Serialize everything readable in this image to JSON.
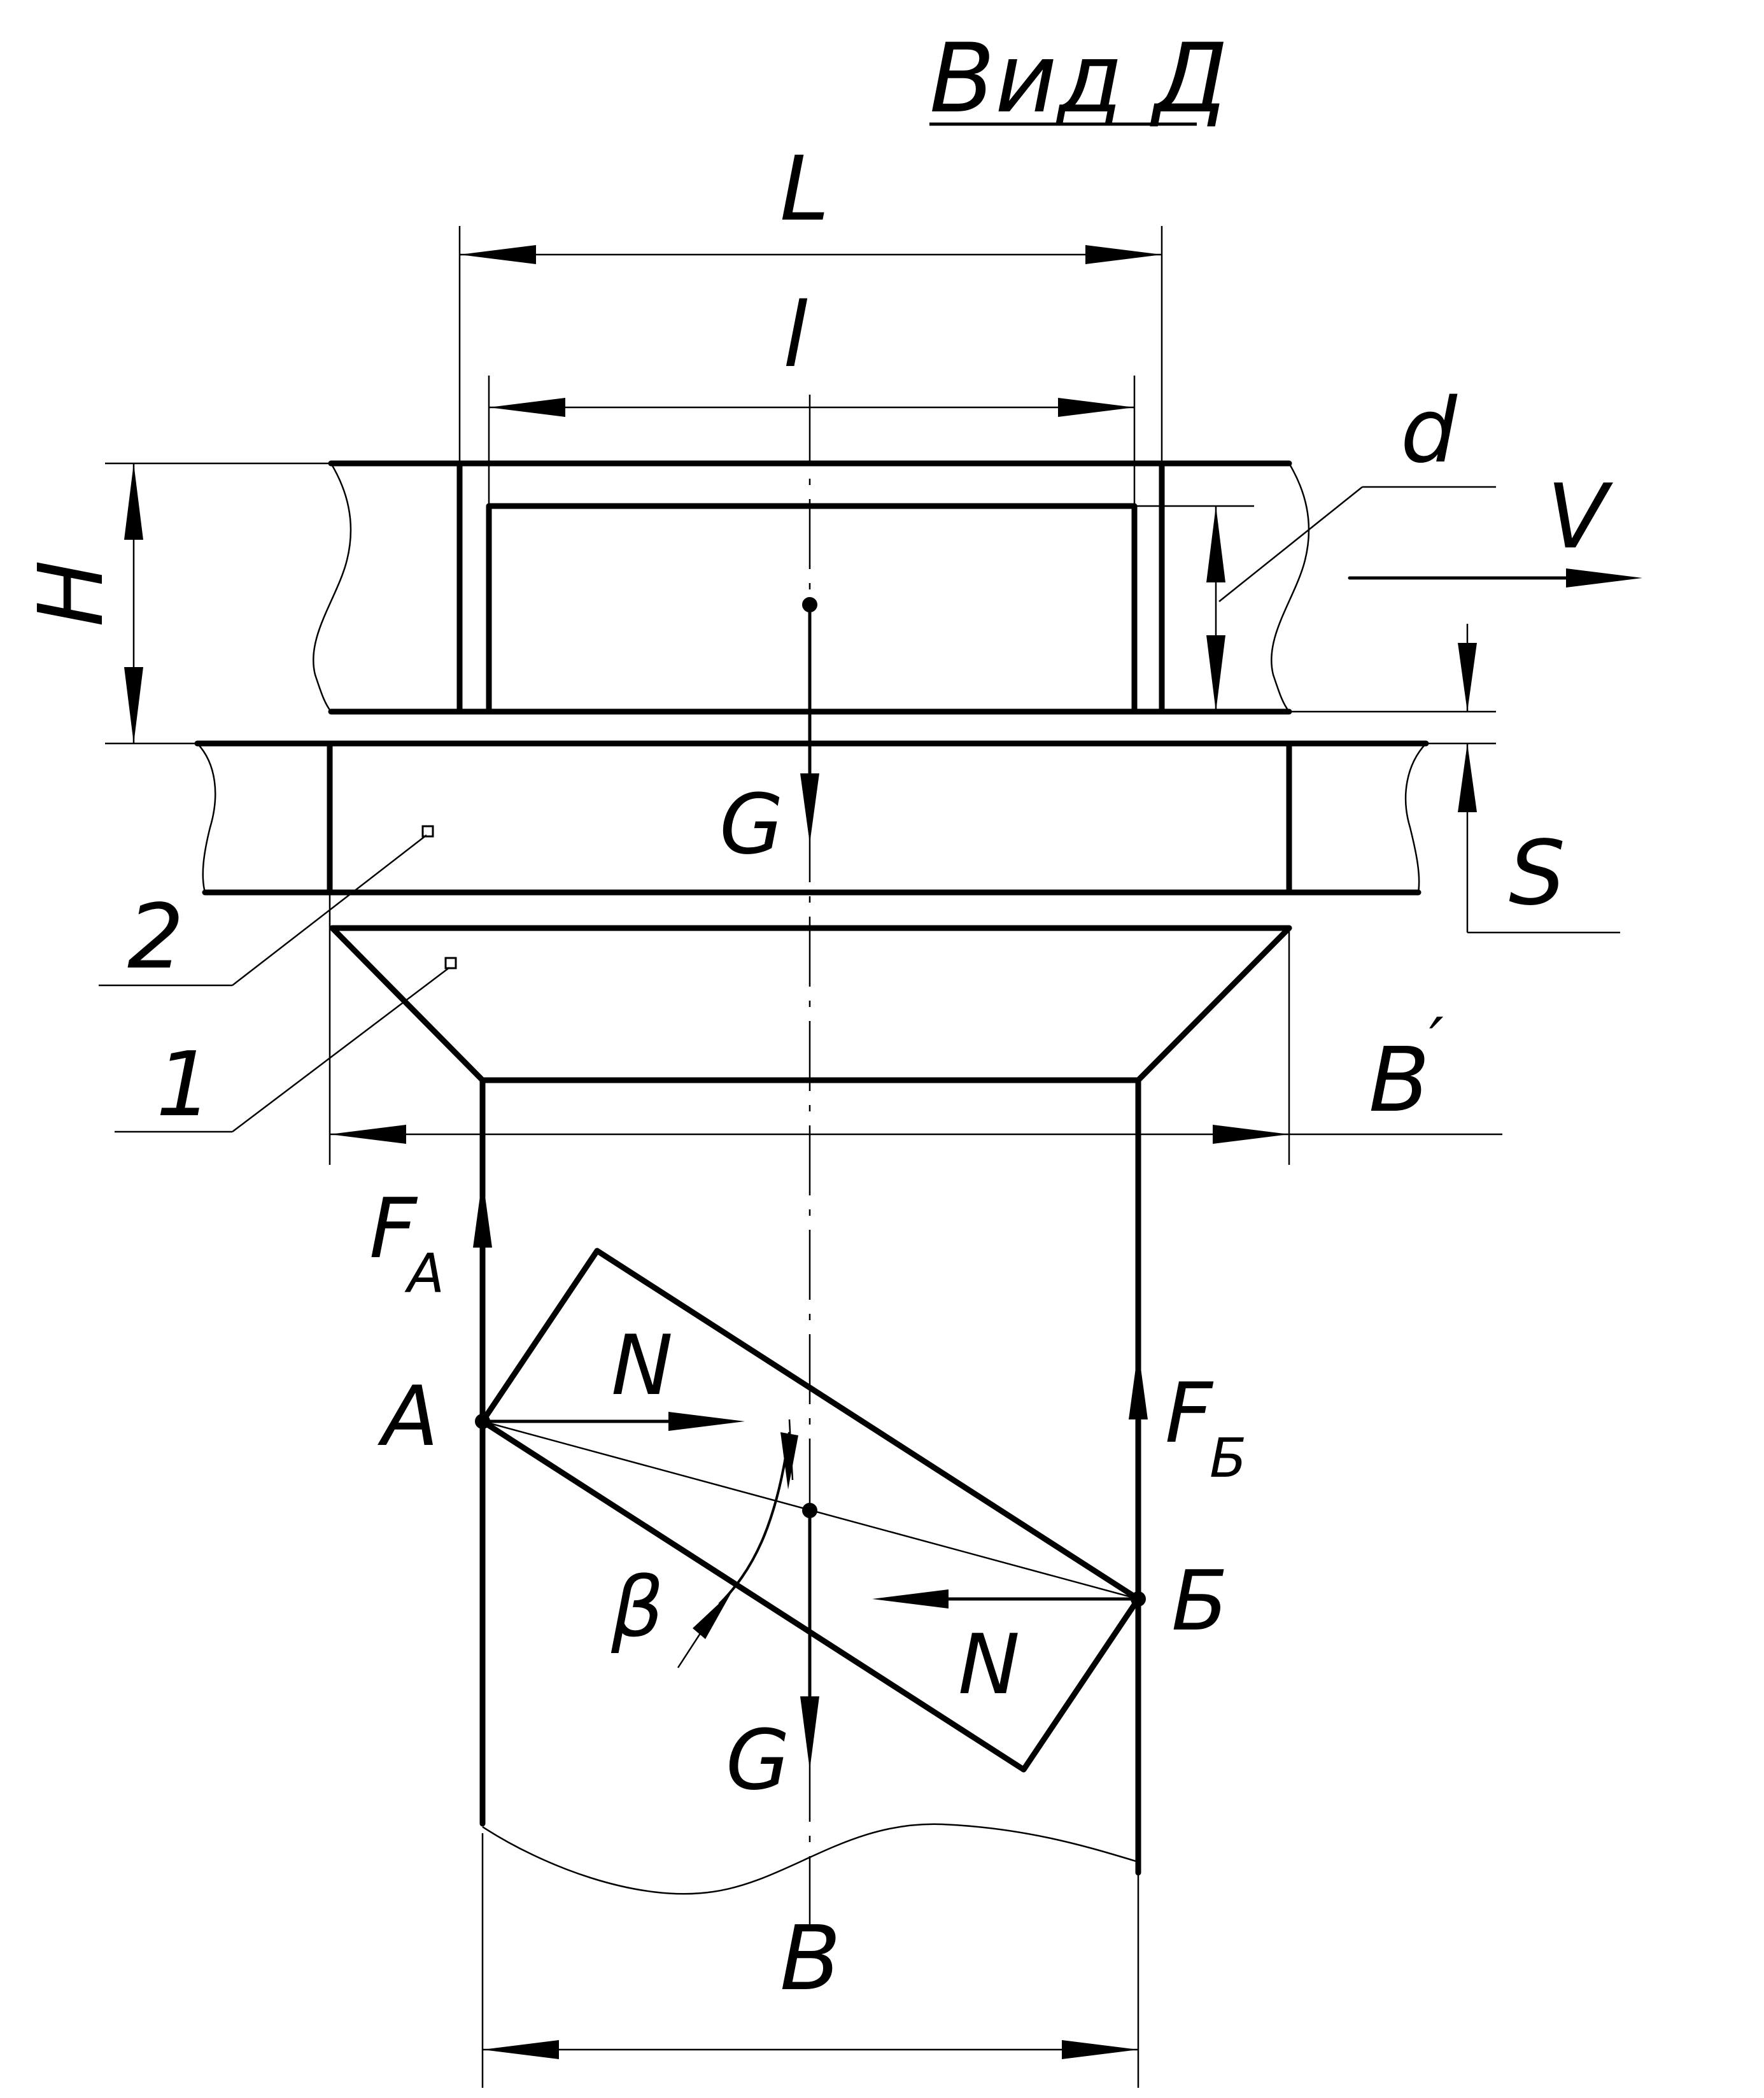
{
  "title": "Вид Д",
  "dimensions": {
    "L": "L",
    "l": "l",
    "H": "H",
    "d": "d",
    "S": "S",
    "B_prime": "B",
    "B_prime_mark": "′",
    "B": "B"
  },
  "forces": {
    "G_top": "G",
    "G_bottom": "G",
    "N_left": "N",
    "N_right": "N",
    "F_A": "F",
    "F_A_sub": "A",
    "F_B": "F",
    "F_B_sub": "Б",
    "V": "V"
  },
  "points": {
    "A": "A",
    "B": "Б"
  },
  "angle": "β",
  "callouts": {
    "part_1": "1",
    "part_2": "2"
  }
}
